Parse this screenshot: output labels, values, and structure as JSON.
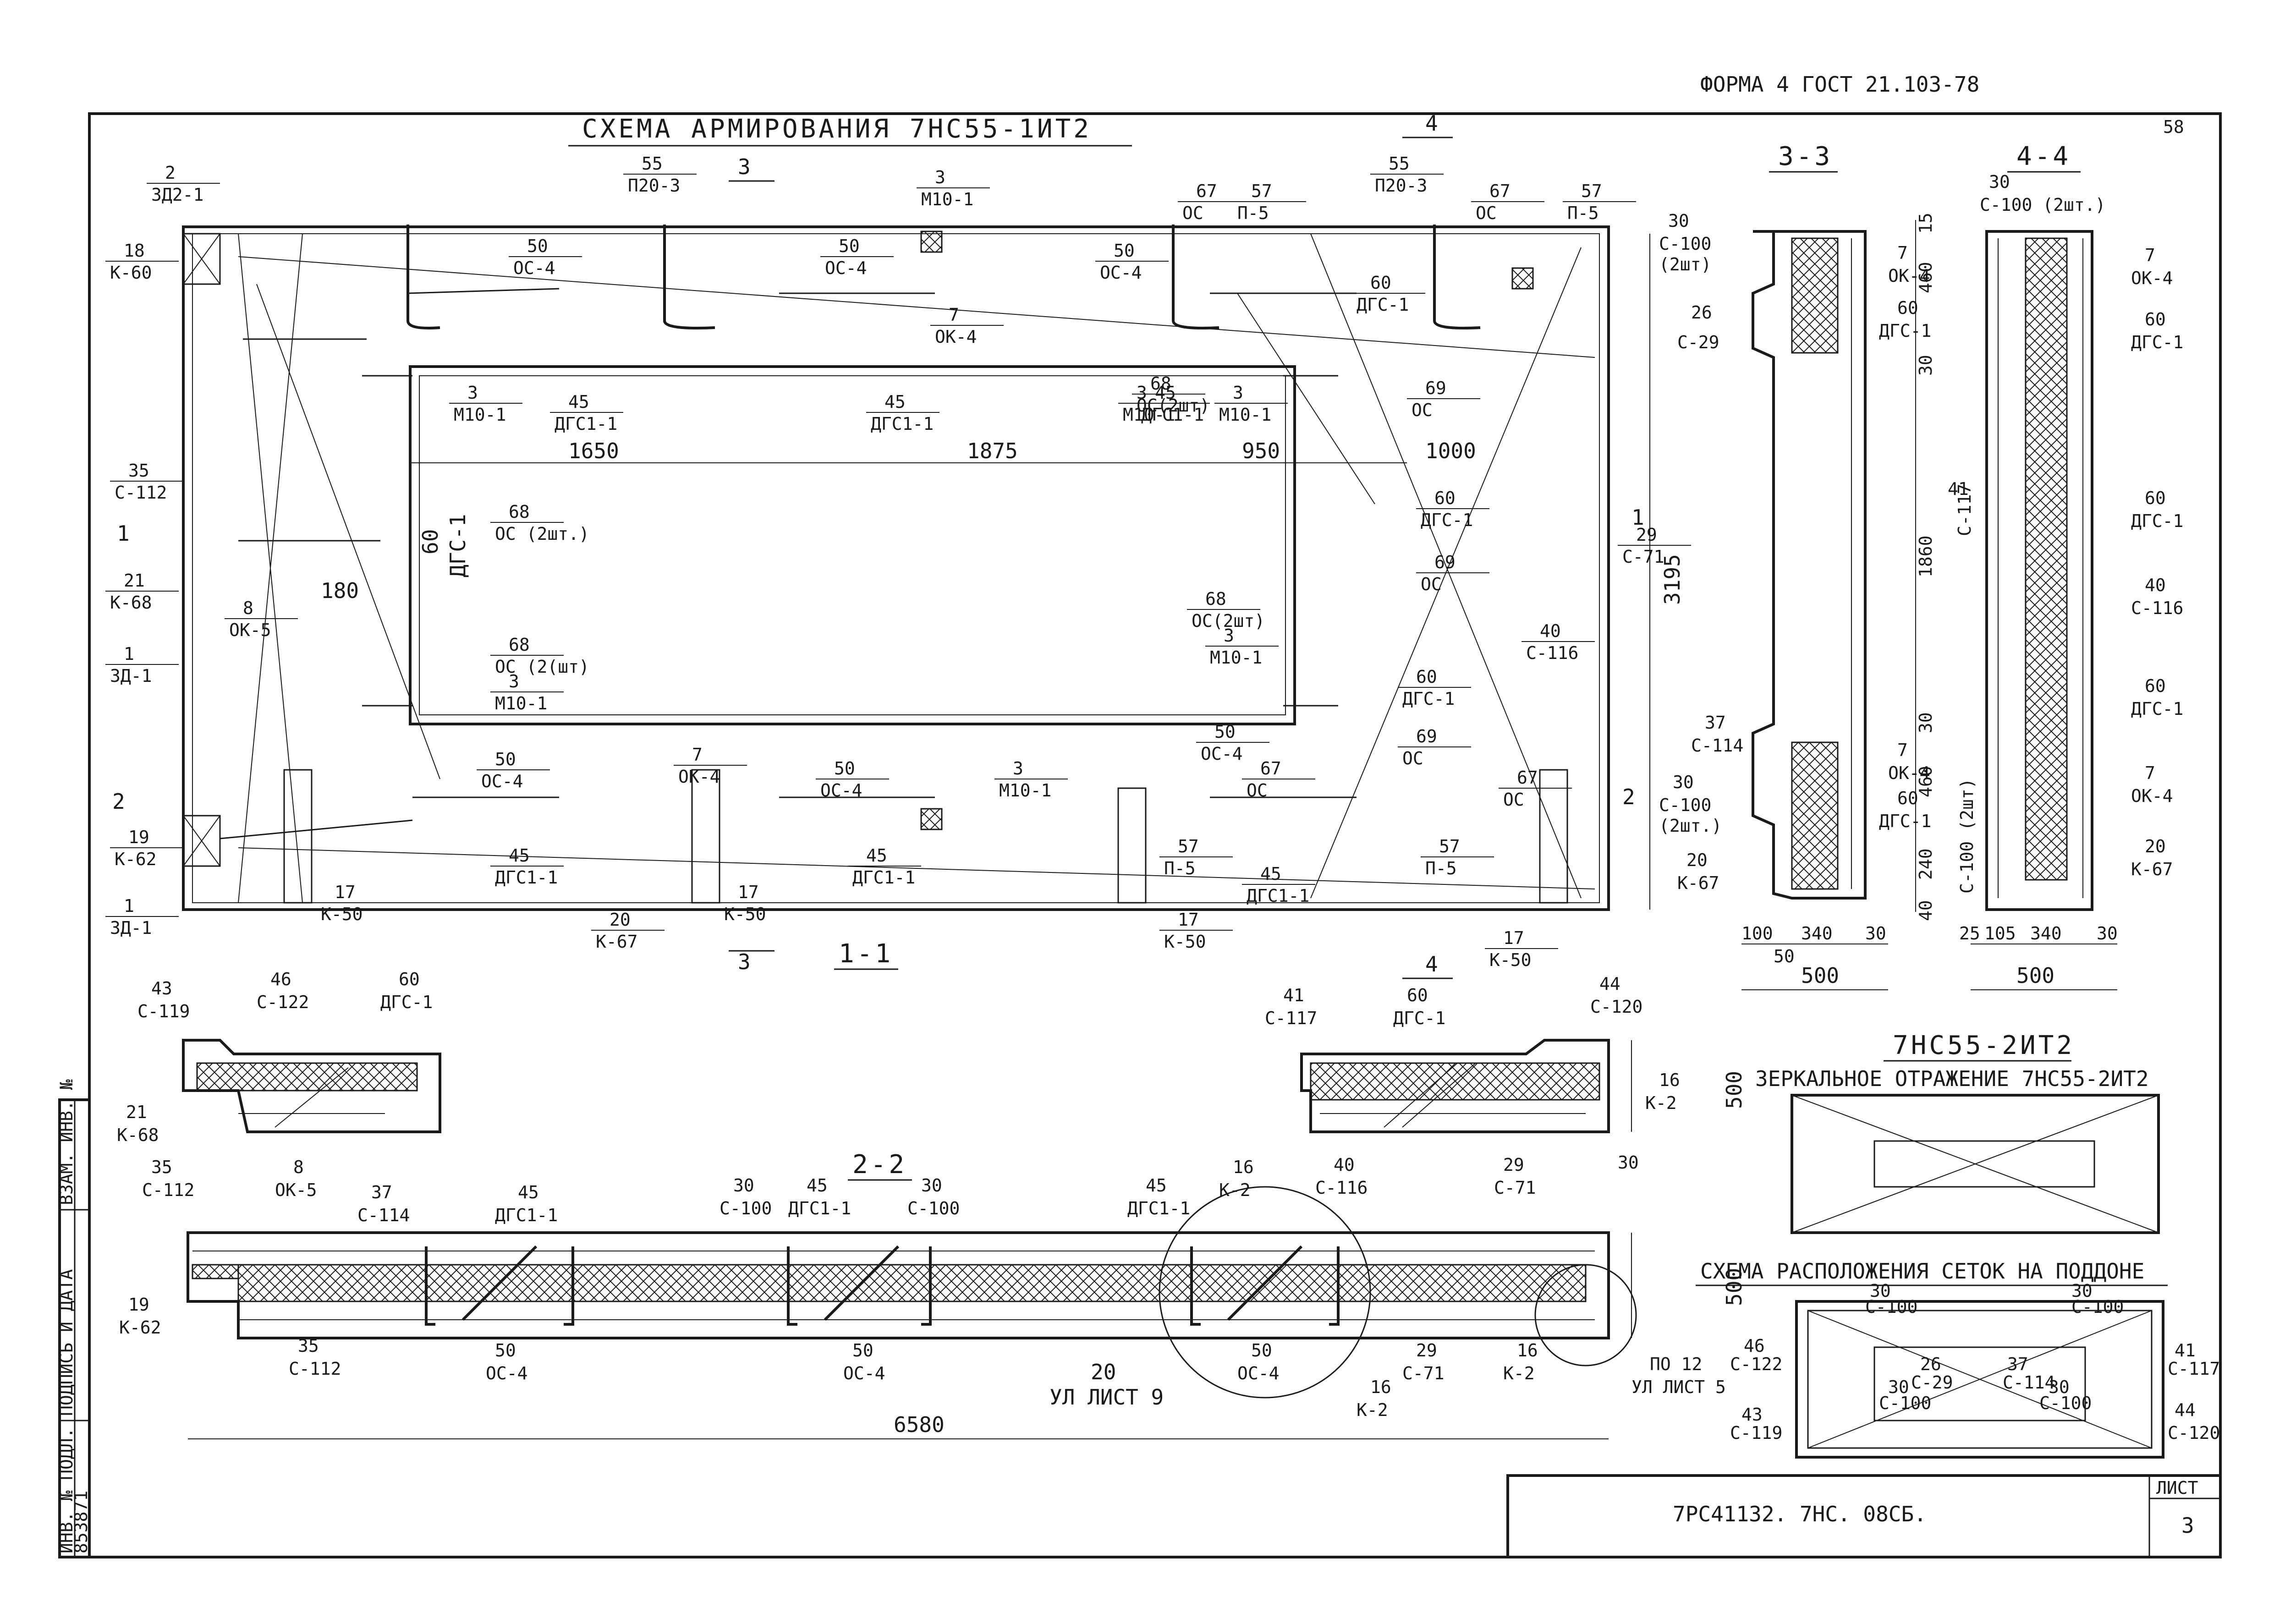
{
  "header": {
    "form": "ФОРМА 4 ГОСТ 21.103-78",
    "page_no": "58"
  },
  "scheme": {
    "title": "СХЕМА АРМИРОВАНИЯ 7НС55-1ИТ2",
    "section_3_3": "3-3",
    "section_4_4": "4-4",
    "section_1_1": "1-1",
    "section_2_2": "2-2",
    "cut_3": "3",
    "cut_4": "4",
    "cut_1": "1",
    "cut_2": "2"
  },
  "callouts": [
    {
      "n": "2",
      "m": "ЗД2-1"
    },
    {
      "n": "18",
      "m": "К-60"
    },
    {
      "n": "55",
      "m": "П20-3"
    },
    {
      "n": "3",
      "m": "М10-1"
    },
    {
      "n": "67",
      "m": "ОС"
    },
    {
      "n": "57",
      "m": "П-5"
    },
    {
      "n": "55",
      "m": "П20-3"
    },
    {
      "n": "67",
      "m": "ОС"
    },
    {
      "n": "57",
      "m": "П-5"
    },
    {
      "n": "50",
      "m": "ОС-4"
    },
    {
      "n": "50",
      "m": "ОС-4"
    },
    {
      "n": "50",
      "m": "ОС-4"
    },
    {
      "n": "60",
      "m": "ДГС-1"
    },
    {
      "n": "3",
      "m": "М10-1"
    },
    {
      "n": "7",
      "m": "ОК-4"
    },
    {
      "n": "45",
      "m": "ДГС1-1"
    },
    {
      "n": "3",
      "m": "М10-1"
    },
    {
      "n": "45",
      "m": "ДГС1-1"
    },
    {
      "n": "45",
      "m": "ДГС1-1"
    },
    {
      "n": "68",
      "m": "ОС(2шт)"
    },
    {
      "n": "3",
      "m": "М10-1"
    },
    {
      "n": "69",
      "m": "ОС"
    },
    {
      "n": "35",
      "m": "С-112"
    },
    {
      "n": "68",
      "m": "ОС (2шт.)"
    },
    {
      "n": "21",
      "m": "К-68"
    },
    {
      "n": "60",
      "m": "ДГС-1"
    },
    {
      "n": "69",
      "m": "ОС"
    },
    {
      "n": "29",
      "m": "С-71"
    },
    {
      "n": "8",
      "m": "ОК-5"
    },
    {
      "n": "1",
      "m": "ЗД-1"
    },
    {
      "n": "68",
      "m": "ОС(2шт)"
    },
    {
      "n": "3",
      "m": "М10-1"
    },
    {
      "n": "68",
      "m": "ОС (2(шт)"
    },
    {
      "n": "3",
      "m": "М10-1"
    },
    {
      "n": "40",
      "m": "С-116"
    },
    {
      "n": "60",
      "m": "ДГС-1"
    },
    {
      "n": "69",
      "m": "ОС"
    },
    {
      "n": "50",
      "m": "ОС-4"
    },
    {
      "n": "7",
      "m": "ОК-4"
    },
    {
      "n": "50",
      "m": "ОС-4"
    },
    {
      "n": "3",
      "m": "М10-1"
    },
    {
      "n": "50",
      "m": "ОС-4"
    },
    {
      "n": "67",
      "m": "ОС"
    },
    {
      "n": "67",
      "m": "ОС"
    },
    {
      "n": "19",
      "m": "К-62"
    },
    {
      "n": "1",
      "m": "ЗД-1"
    },
    {
      "n": "45",
      "m": "ДГС1-1"
    },
    {
      "n": "45",
      "m": "ДГС1-1"
    },
    {
      "n": "57",
      "m": "П-5"
    },
    {
      "n": "45",
      "m": "ДГС1-1"
    },
    {
      "n": "57",
      "m": "П-5"
    },
    {
      "n": "17",
      "m": "К-50"
    },
    {
      "n": "20",
      "m": "К-67"
    },
    {
      "n": "17",
      "m": "К-50"
    },
    {
      "n": "17",
      "m": "К-50"
    },
    {
      "n": "17",
      "m": "К-50"
    }
  ],
  "dims_plan": {
    "d1650": "1650",
    "d1875": "1875",
    "d950": "950",
    "d1000": "1000",
    "d180": "180",
    "d60": "60",
    "dgs": "ДГС-1",
    "d3195": "3195"
  },
  "section33": {
    "c30": "30",
    "c100": "С-100",
    "c2sht": "(2шт)",
    "c26": "26",
    "c29": "С-29",
    "c7": "7",
    "ok4": "ОК-4",
    "c60": "60",
    "dgs": "ДГС-1",
    "c37": "37",
    "c114": "С-114",
    "c30b": "30",
    "c100b": "С-100",
    "c2shtb": "(2шт.)",
    "c7b": "7",
    "ok4b": "ОК-4",
    "c60b": "60",
    "dgsb": "ДГС-1",
    "c20": "20",
    "k67": "К-67",
    "v15": "15",
    "v460": "460",
    "v30": "30",
    "v1860": "1860",
    "v30b": "30",
    "v460b": "460",
    "v240": "240",
    "v40": "40",
    "h100": "100",
    "h340": "340",
    "h30": "30",
    "h50": "50",
    "h500": "500",
    "c41": "41",
    "c117": "С-117"
  },
  "section44": {
    "c30": "30",
    "c100": "С-100 (2шт.)",
    "c7": "7",
    "ok4": "ОК-4",
    "c60": "60",
    "dgs": "ДГС-1",
    "c60b": "60",
    "dgsb": "ДГС-1",
    "c40": "40",
    "c116": "С-116",
    "c60c": "60",
    "dgsc": "ДГС-1",
    "c7b": "7",
    "ok4b": "ОК-4",
    "c20": "20",
    "k67": "К-67",
    "c100v": "С-100 (2шт)",
    "h25": "25",
    "h105": "105",
    "h340": "340",
    "h30": "30",
    "h500": "500"
  },
  "section11": {
    "c43": "43",
    "c119": "С-119",
    "c46": "46",
    "c122": "С-122",
    "c60": "60",
    "dgs": "ДГС-1",
    "c41": "41",
    "c117": "С-117",
    "c60b": "60",
    "dgsb": "ДГС-1",
    "c44": "44",
    "c120": "С-120",
    "c21": "21",
    "k68": "К-68",
    "c35": "35",
    "c112": "С-112",
    "c8": "8",
    "ok5": "ОК-5",
    "c16": "16",
    "k2": "К-2",
    "c40": "40",
    "c116": "С-116",
    "c29": "29",
    "c71": "С-71",
    "c16b": "16",
    "k2b": "К-2",
    "v500": "500",
    "v30": "30"
  },
  "section22": {
    "c37": "37",
    "c114": "С-114",
    "c45a": "45",
    "dgs1a": "ДГС1-1",
    "c30a": "30",
    "c100a": "С-100",
    "c45b": "45",
    "dgs1b": "ДГС1-1",
    "c30b": "30",
    "c100b": "С-100",
    "c45c": "45",
    "dgs1c": "ДГС1-1",
    "c19": "19",
    "k62": "К-62",
    "c35": "35",
    "c112": "С-112",
    "c50a": "50",
    "os4a": "ОС-4",
    "c50b": "50",
    "os4b": "ОС-4",
    "c20": "20",
    "sheet9": "УЛ ЛИСТ 9",
    "c50c": "50",
    "os4c": "ОС-4",
    "c16a": "16",
    "k2a": "К-2",
    "c29": "29",
    "c71": "С-71",
    "c16b": "16",
    "k2b": "К-2",
    "po12": "ПО 12",
    "sheet5": "УЛ ЛИСТ 5",
    "d6580": "6580",
    "v500": "500"
  },
  "mirror": {
    "title": "7НС55-2ИТ2",
    "subtitle": "ЗЕРКАЛЬНОЕ ОТРАЖЕНИЕ 7НС55-2ИТ2"
  },
  "grid_layout": {
    "title": "СХЕМА РАСПОЛОЖЕНИЯ СЕТОК НА ПОДДОНЕ",
    "c30a": "30",
    "c100a": "С-100",
    "c30b": "30",
    "c100b": "С-100",
    "c46": "46",
    "c122": "С-122",
    "c26": "26",
    "c29": "С-29",
    "c37": "37",
    "c114": "С-114",
    "c41": "41",
    "c117": "С-117",
    "c30c": "30",
    "c100c": "С-100",
    "c30d": "30",
    "c100d": "С-100",
    "c43": "43",
    "c119": "С-119",
    "c44": "44",
    "c120": "С-120"
  },
  "side_stamp": {
    "inv_orig": "ИНВ. № ПОДЛ.",
    "sign_date": "ПОДПИСЬ И ДАТА",
    "inv_repl": "ВЗАМ. ИНВ. №",
    "inv_value": "853871"
  },
  "title_block": {
    "code": "7РС41132. 7НС. 08СБ.",
    "sheet_label": "ЛИСТ",
    "sheet_no": "3"
  }
}
